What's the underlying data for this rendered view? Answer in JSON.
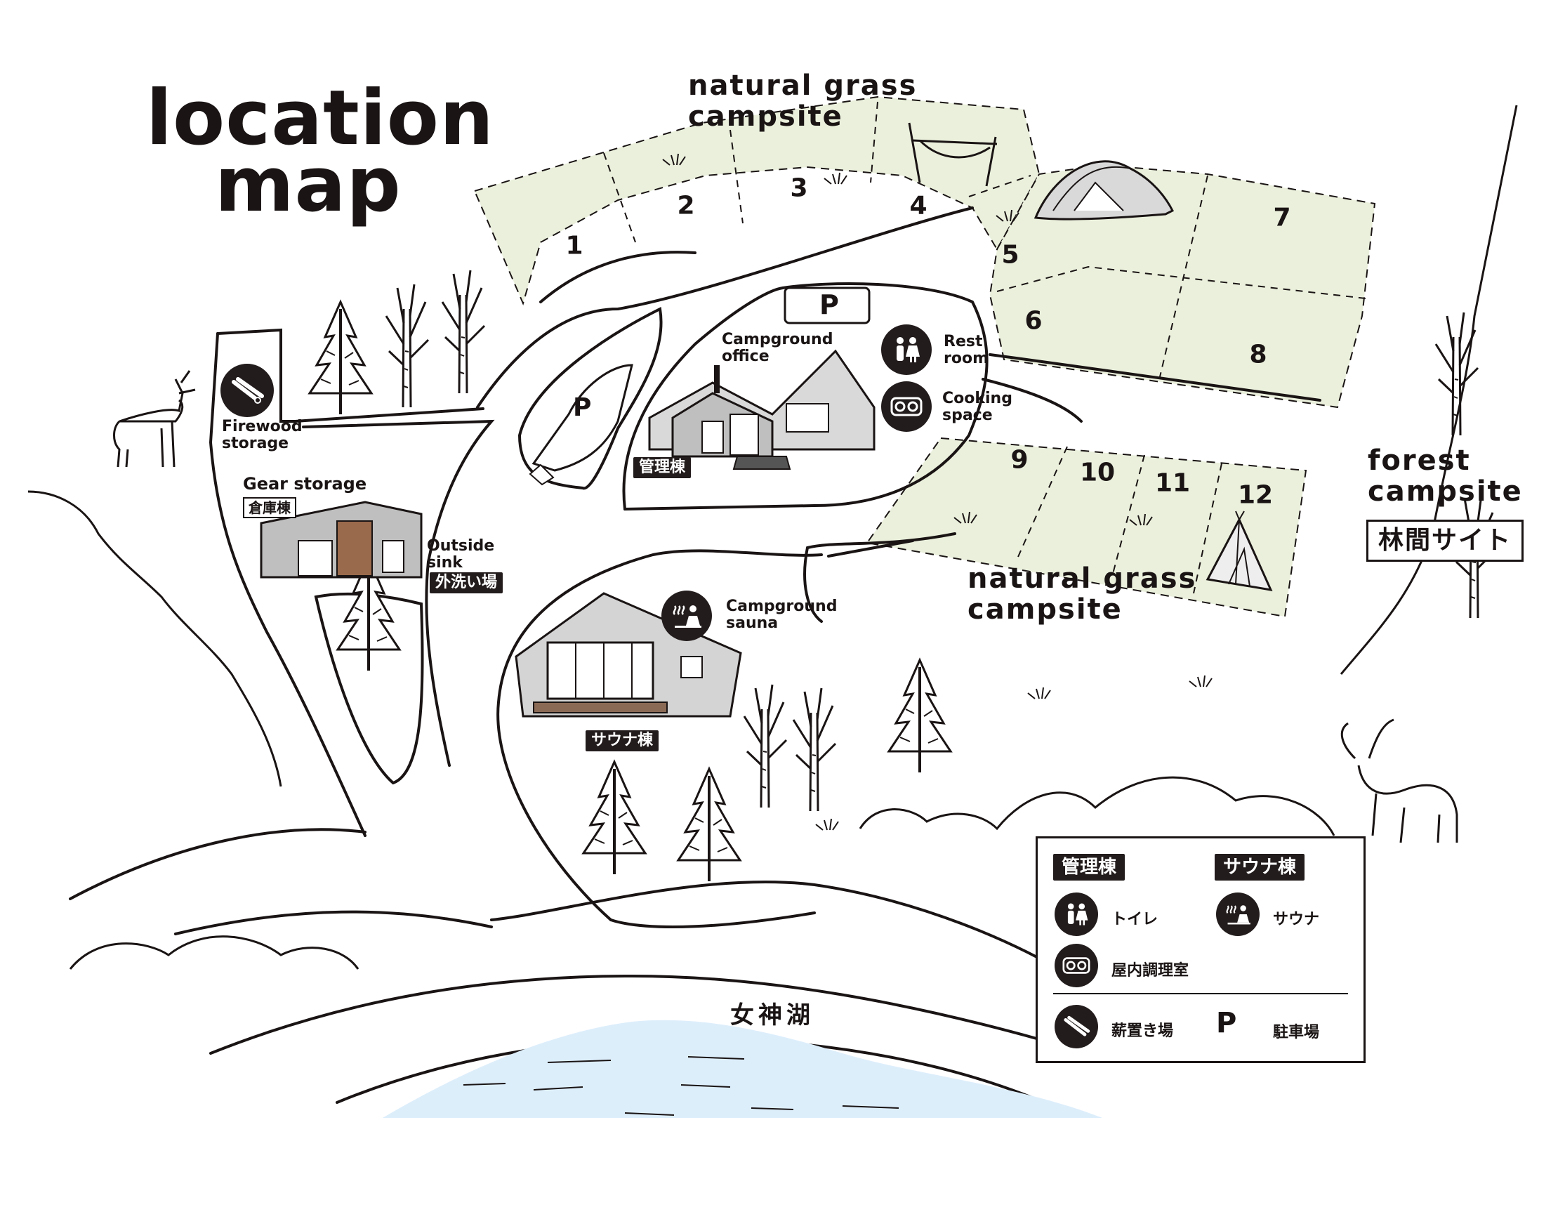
{
  "title": {
    "line1": "location",
    "line2": "map"
  },
  "areas": {
    "north_campsite": {
      "line1": "natural grass",
      "line2": "campsite"
    },
    "south_campsite": {
      "line1": "natural grass",
      "line2": "campsite"
    },
    "forest_campsite": {
      "line1": "forest",
      "line2": "campsite",
      "jp": "林間サイト"
    }
  },
  "sites": [
    "1",
    "2",
    "3",
    "4",
    "5",
    "6",
    "7",
    "8",
    "9",
    "10",
    "11",
    "12"
  ],
  "facilities": {
    "firewood": {
      "line1": "Firewood",
      "line2": "storage"
    },
    "gear": {
      "label": "Gear storage",
      "jp": "倉庫棟"
    },
    "sink": {
      "line1": "Outside",
      "line2": "sink",
      "jp": "外洗い場"
    },
    "office": {
      "line1": "Campground",
      "line2": "office",
      "jp": "管理棟"
    },
    "restroom": {
      "line1": "Rest",
      "line2": "room"
    },
    "cooking": {
      "line1": "Cooking",
      "line2": "space"
    },
    "sauna": {
      "line1": "Campground",
      "line2": "sauna",
      "jp": "サウナ棟"
    },
    "parking_symbol": "P"
  },
  "lake": {
    "label": "女神湖",
    "color": "#ddeefb"
  },
  "colors": {
    "campsite_fill": "#eaf0dc",
    "ink": "#1a1414",
    "tag_bg": "#231c1c"
  },
  "legend": {
    "office_tag": "管理棟",
    "sauna_tag": "サウナ棟",
    "toilet": "トイレ",
    "sauna": "サウナ",
    "cooking": "屋内調理室",
    "firewood": "薪置き場",
    "parking": "駐車場",
    "parking_symbol": "P"
  }
}
